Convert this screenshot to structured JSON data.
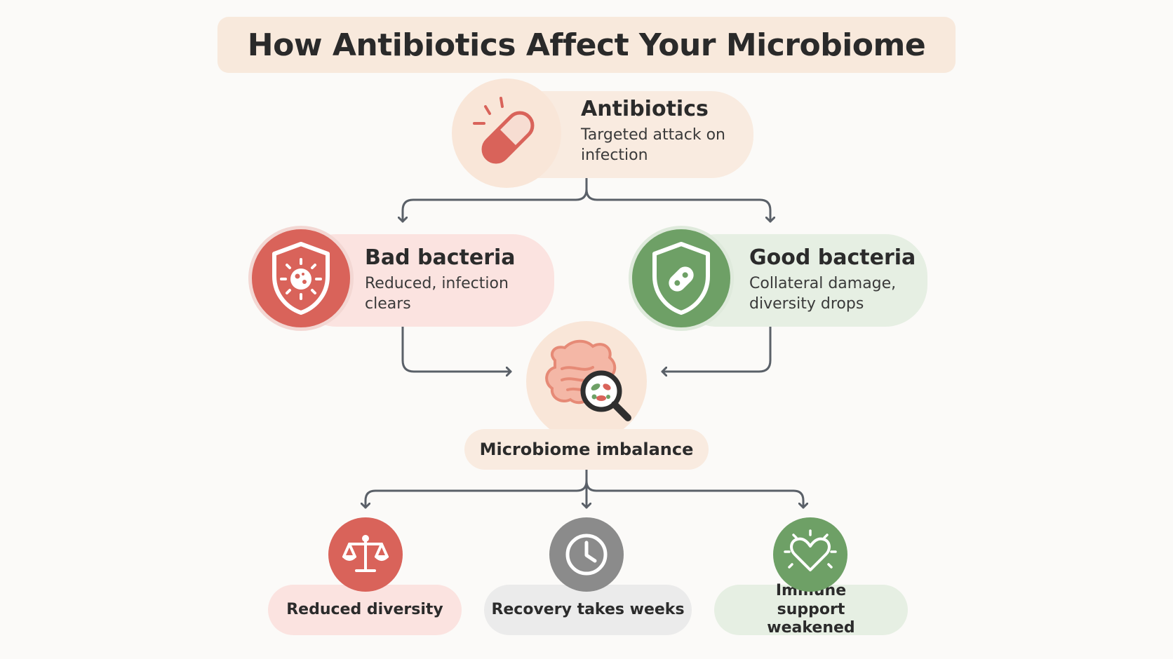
{
  "title": "How Antibiotics Affect Your Microbiome",
  "nodes": {
    "antibiotics": {
      "title": "Antibiotics",
      "description": "Targeted attack on infection",
      "icon": "pill-capsule-icon"
    },
    "bad_bacteria": {
      "title": "Bad bacteria",
      "description": "Reduced, infection clears",
      "icon": "shield-virus-icon",
      "color": "#d9635a"
    },
    "good_bacteria": {
      "title": "Good bacteria",
      "description": "Collateral damage, diversity drops",
      "icon": "shield-bacteria-icon",
      "color": "#6ea066"
    },
    "imbalance": {
      "title": "Microbiome imbalance",
      "icon": "intestine-magnifier-icon"
    }
  },
  "outcomes": [
    {
      "label": "Reduced diversity",
      "icon": "balance-scale-icon",
      "color": "#d9635a"
    },
    {
      "label": "Recovery takes weeks",
      "icon": "clock-icon",
      "color": "#8b8b8b"
    },
    {
      "label": "Immune support weakened",
      "icon": "heart-icon",
      "color": "#6ea066"
    }
  ]
}
